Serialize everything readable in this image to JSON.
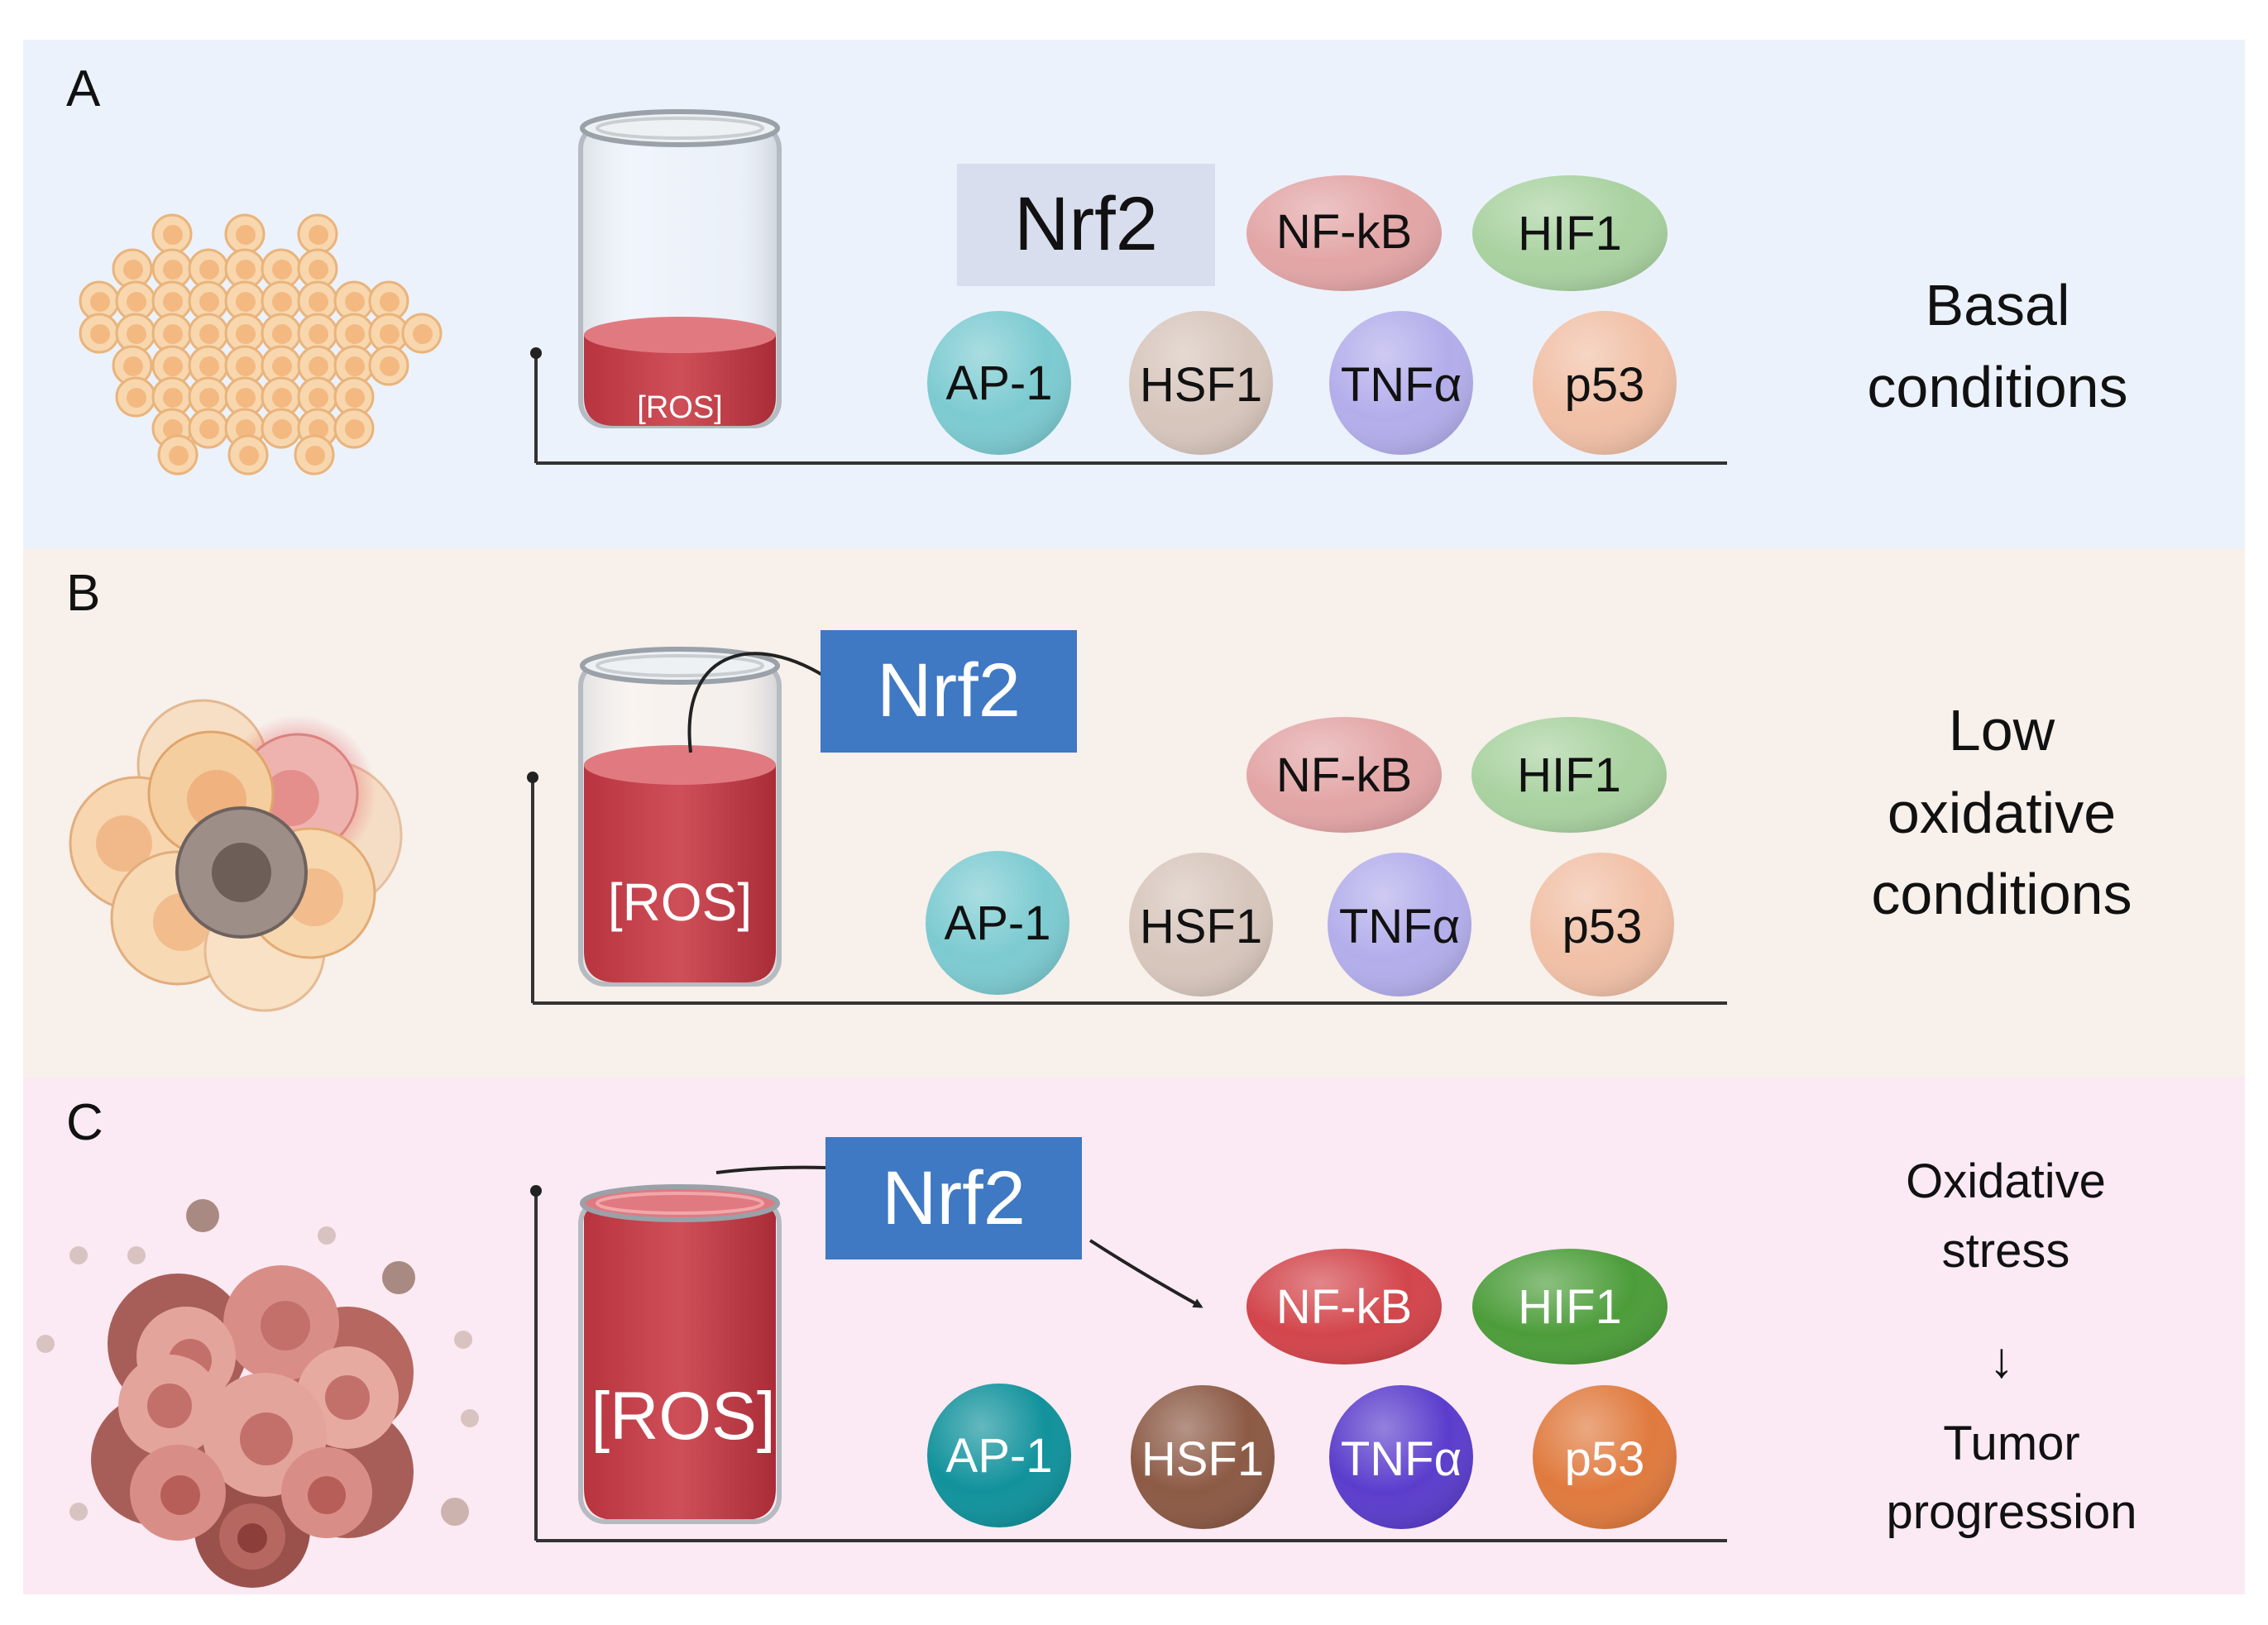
{
  "panels": [
    {
      "letter": "A",
      "background": "#ECF2FB",
      "beaker_label": "[ROS]",
      "nrf2": {
        "label": "Nrf2",
        "fill": "#D9DEEE",
        "text_color": "#111111"
      },
      "molecules": [
        {
          "label": "NF-kB",
          "fill": "#E3A5A6",
          "text_color": "#111111"
        },
        {
          "label": "HIF1",
          "fill": "#A9D2A0",
          "text_color": "#111111"
        },
        {
          "label": "AP-1",
          "fill": "#7CCBD1",
          "text_color": "#111111"
        },
        {
          "label": "HSF1",
          "fill": "#D7C6BC",
          "text_color": "#111111"
        },
        {
          "label": "TNFα",
          "fill": "#B3AEEB",
          "text_color": "#111111"
        },
        {
          "label": "p53",
          "fill": "#F1C0A6",
          "text_color": "#111111"
        }
      ],
      "caption_lines": [
        "Basal",
        "conditions"
      ]
    },
    {
      "letter": "B",
      "background": "#F7F0EB",
      "beaker_label": "[ROS]",
      "nrf2": {
        "label": "Nrf2",
        "fill": "#3F78C3",
        "text_color": "#FFFFFF"
      },
      "molecules": [
        {
          "label": "NF-kB",
          "fill": "#E3A5A6",
          "text_color": "#111111"
        },
        {
          "label": "HIF1",
          "fill": "#A9D2A0",
          "text_color": "#111111"
        },
        {
          "label": "AP-1",
          "fill": "#7CCBD1",
          "text_color": "#111111"
        },
        {
          "label": "HSF1",
          "fill": "#D7C6BC",
          "text_color": "#111111"
        },
        {
          "label": "TNFα",
          "fill": "#B3AEEB",
          "text_color": "#111111"
        },
        {
          "label": "p53",
          "fill": "#F1C0A6",
          "text_color": "#111111"
        }
      ],
      "caption_lines": [
        "Low",
        "oxidative",
        "conditions"
      ]
    },
    {
      "letter": "C",
      "background": "#FBEAF3",
      "beaker_label": "[ROS]",
      "nrf2": {
        "label": "Nrf2",
        "fill": "#3F78C3",
        "text_color": "#FFFFFF"
      },
      "molecules": [
        {
          "label": "NF-kB",
          "fill": "#D2454B",
          "text_color": "#FFFFFF"
        },
        {
          "label": "HIF1",
          "fill": "#4C9D3A",
          "text_color": "#FFFFFF"
        },
        {
          "label": "AP-1",
          "fill": "#11929C",
          "text_color": "#FFFFFF"
        },
        {
          "label": "HSF1",
          "fill": "#8C5A45",
          "text_color": "#FFFFFF"
        },
        {
          "label": "TNFα",
          "fill": "#5B3DCC",
          "text_color": "#FFFFFF"
        },
        {
          "label": "p53",
          "fill": "#E07A3E",
          "text_color": "#FFFFFF"
        }
      ],
      "caption_lines": [
        "Oxidative",
        "stress",
        "↓",
        "Tumor",
        "progression"
      ]
    }
  ]
}
